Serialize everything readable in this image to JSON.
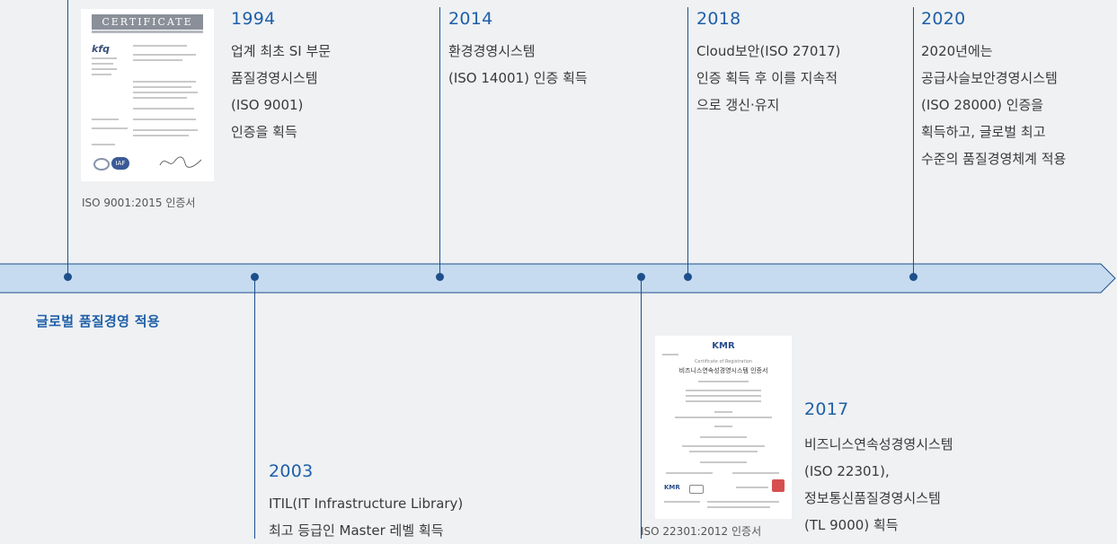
{
  "section_title": "글로벌 품질경영 적용",
  "events_top": [
    {
      "year": "1994",
      "lines": [
        "업계 최초 SI 부문",
        "품질경영시스템",
        "(ISO 9001)",
        "인증을 획득"
      ]
    },
    {
      "year": "2014",
      "lines": [
        "환경경영시스템",
        "(ISO 14001) 인증 획득"
      ]
    },
    {
      "year": "2018",
      "lines": [
        "Cloud보안(ISO 27017)",
        "인증 획득 후 이를 지속적",
        "으로 갱신·유지"
      ]
    },
    {
      "year": "2020",
      "lines": [
        "2020년에는",
        "공급사슬보안경영시스템",
        "(ISO 28000) 인증을",
        "획득하고, 글로벌 최고",
        "수준의 품질경영체계 적용"
      ]
    }
  ],
  "events_bottom": [
    {
      "year": "2003",
      "lines": [
        "ITIL(IT Infrastructure Library)",
        "최고 등급인 Master 레벨 획득"
      ]
    },
    {
      "year": "2017",
      "lines": [
        "비즈니스연속성경영시스템",
        "(ISO 22301),",
        "정보통신품질경영시스템",
        "(TL 9000) 획득"
      ]
    }
  ],
  "certificates": {
    "iso9001": {
      "caption": "ISO 9001:2015 인증서",
      "header": "CERTIFICATE",
      "logo": "kfq",
      "badge_right": "IAF"
    },
    "iso22301": {
      "caption": "ISO 22301:2012 인증서",
      "logo": "KMR",
      "subtitle": "Certificate of Registration",
      "title": "비즈니스연속성경영시스템 인증서",
      "logo_bottom": "KMR"
    }
  },
  "colors": {
    "accent": "#1f5fa8",
    "line": "#1d4f8c",
    "band": "#c6dbef",
    "bg": "#eff1f3"
  }
}
